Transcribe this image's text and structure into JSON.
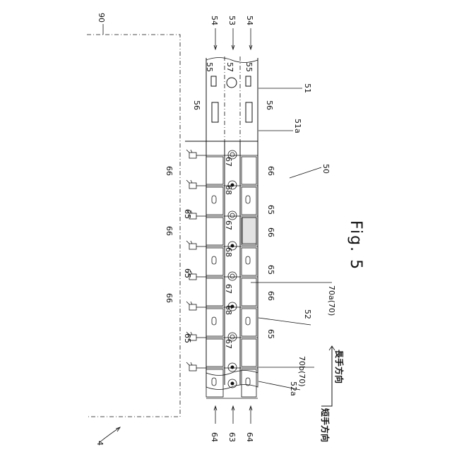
{
  "figure": {
    "title": "Fig. 5",
    "direction_long": "長手方向",
    "direction_short": "短手方向"
  },
  "labels": {
    "ref_90": "90",
    "ref_54_top_left": "54",
    "ref_53_top": "53",
    "ref_54_top_right": "54",
    "ref_55_left": "55",
    "ref_57": "57",
    "ref_55_right": "55",
    "ref_51": "51",
    "ref_56_left": "56",
    "ref_56_right": "56",
    "ref_51a": "51a",
    "ref_50": "50",
    "ref_66_a": "66",
    "ref_67_a": "67",
    "ref_66_b": "66",
    "ref_68_a": "68",
    "ref_65_a": "65",
    "ref_65_b": "65",
    "ref_66_c": "66",
    "ref_67_b": "67",
    "ref_66_d": "66",
    "ref_68_b": "68",
    "ref_65_c": "65",
    "ref_65_d": "65",
    "ref_66_e": "66",
    "ref_67_c": "67",
    "ref_66_f": "66",
    "ref_70a": "70a(70)",
    "ref_68_c": "68",
    "ref_52": "52",
    "ref_65_e": "65",
    "ref_65_f": "65",
    "ref_67_d": "67",
    "ref_70b": "70b(70)",
    "ref_52a": "52a",
    "ref_64_bottom_left": "64",
    "ref_63_bottom": "63",
    "ref_64_bottom_right": "64",
    "ref_4": "4"
  }
}
